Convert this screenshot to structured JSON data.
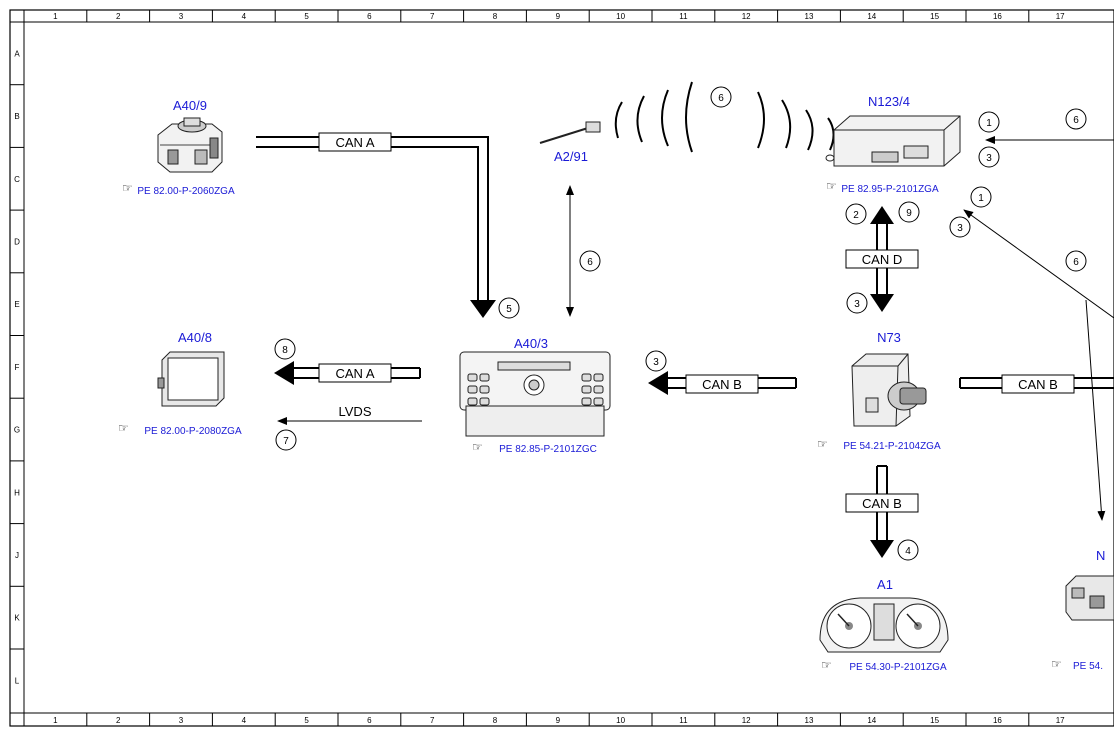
{
  "grid": {
    "columns": [
      "1",
      "2",
      "3",
      "4",
      "5",
      "6",
      "7",
      "8",
      "9",
      "10",
      "11",
      "12",
      "13",
      "14",
      "15",
      "16",
      "17"
    ],
    "rows": [
      "A",
      "B",
      "C",
      "D",
      "E",
      "F",
      "G",
      "H",
      "J",
      "K",
      "L"
    ]
  },
  "components": {
    "a40_9": {
      "name": "A40/9",
      "ref": "PE 82.00-P-2060ZGA"
    },
    "a40_8": {
      "name": "A40/8",
      "ref": "PE 82.00-P-2080ZGA"
    },
    "a2_91": {
      "name": "A2/91"
    },
    "a40_3": {
      "name": "A40/3",
      "ref": "PE 82.85-P-2101ZGC"
    },
    "n123_4": {
      "name": "N123/4",
      "ref": "PE 82.95-P-2101ZGA"
    },
    "n73": {
      "name": "N73",
      "ref": "PE 54.21-P-2104ZGA"
    },
    "a1": {
      "name": "A1",
      "ref": "PE 54.30-P-2101ZGA"
    },
    "n_partial": {
      "name": "N",
      "ref": "PE 54."
    }
  },
  "buses": {
    "can_a_top": "CAN A",
    "can_a_left": "CAN A",
    "lvds": "LVDS",
    "can_b_mid": "CAN B",
    "can_d": "CAN D",
    "can_b_right": "CAN B",
    "can_b_down": "CAN B"
  },
  "callouts": {
    "c5": "5",
    "c6_a291": "6",
    "c6_wave": "6",
    "c8": "8",
    "c7": "7",
    "c3_canb": "3",
    "c1_top": "1",
    "c3_top": "3",
    "c6_top": "6",
    "c2": "2",
    "c9": "9",
    "c3_cand": "3",
    "c1_diag": "1",
    "c3_diag": "3",
    "c6_diag": "6",
    "c4": "4"
  }
}
